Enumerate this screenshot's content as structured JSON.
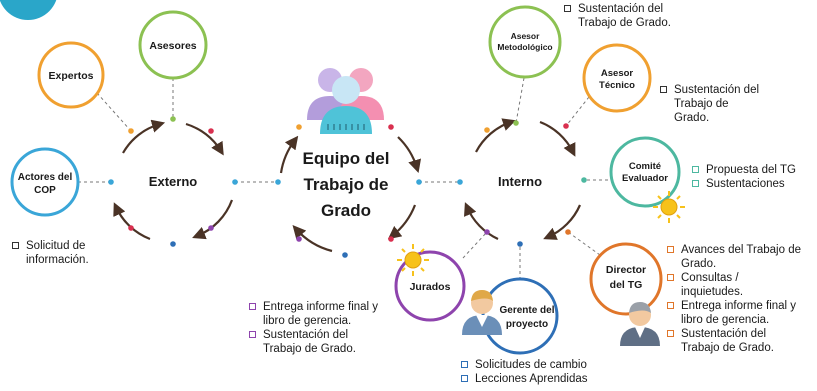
{
  "center": {
    "line1": "Equipo del",
    "line2": "Trabajo de",
    "line3": "Grado"
  },
  "externo": {
    "label": "Externo",
    "nodes": {
      "asesores": {
        "l1": "Asesores",
        "color": "#8cc152"
      },
      "expertos": {
        "l1": "Expertos",
        "color": "#f0a030"
      },
      "actores": {
        "l1": "Actores del",
        "l2": "COP",
        "color": "#3aa6d8"
      }
    }
  },
  "interno": {
    "label": "Interno",
    "nodes": {
      "metodologico": {
        "l1": "Asesor",
        "l2": "Metodológico",
        "color": "#8cc152"
      },
      "tecnico": {
        "l1": "Asesor",
        "l2": "Técnico",
        "color": "#f0a030"
      },
      "comite": {
        "l1": "Comité",
        "l2": "Evaluador",
        "color": "#4db8a0"
      },
      "director": {
        "l1": "Director",
        "l2": "del TG",
        "color": "#e0762a"
      },
      "gerente": {
        "l1": "Gerente del",
        "l2": "proyecto",
        "color": "#2e6fb6"
      },
      "jurados": {
        "l1": "Jurados",
        "color": "#8e44ad"
      }
    }
  },
  "notes": {
    "top": {
      "items": [
        "Sustentación del\nTrabajo de Grado."
      ],
      "color": "#333333"
    },
    "tecnico": {
      "items": [
        "Sustentación del\nTrabajo de\nGrado."
      ],
      "color": "#333333"
    },
    "comite": {
      "items": [
        "Propuesta del TG",
        "Sustentaciones"
      ],
      "color": "#4db8a0"
    },
    "director": {
      "items": [
        "Avances del Trabajo de\nGrado.",
        "Consultas /\ninquietudes.",
        "Entrega informe final y\nlibro de gerencia.",
        "Sustentación del\nTrabajo de Grado."
      ],
      "color": "#e0762a"
    },
    "jurados": {
      "items": [
        "Entrega informe final y\nlibro de gerencia.",
        "Sustentación del\nTrabajo de Grado."
      ],
      "color": "#8e44ad"
    },
    "gerente": {
      "items": [
        "Solicitudes de cambio",
        "Lecciones Aprendidas"
      ],
      "color": "#2e6fb6"
    },
    "actores": {
      "items": [
        "Solicitud de\ninformación."
      ],
      "color": "#333333"
    }
  },
  "colors": {
    "ring": "#4a3326",
    "dot_green": "#8cc152",
    "dot_orange": "#f0a030",
    "dot_red": "#d9304f",
    "dot_blue": "#2e6fb6",
    "dot_purple": "#8e44ad",
    "dot_teal": "#3aa6d8",
    "sun": "#f7c21b",
    "logo": "#2aa6c9"
  },
  "icons": [
    "people-group-icon",
    "sun-icon",
    "person-avatar-icon",
    "checkbox-icon"
  ]
}
